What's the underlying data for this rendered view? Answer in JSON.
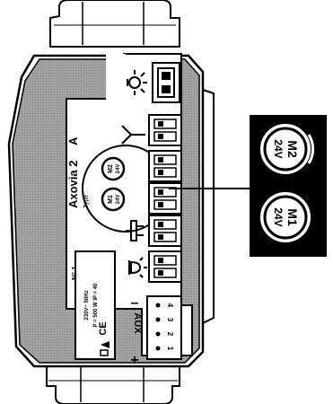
{
  "device": {
    "model_label": "Axovia 2",
    "model_suffix": "A",
    "type_label": "Type :",
    "ref_label": "N° 1",
    "ref_code": "xxx",
    "rating_lines": [
      "230V~  50Hz",
      "P = 500 W   IP = 40"
    ],
    "aux_label": "AUX",
    "minus_label": "–",
    "plus_label": "+",
    "aux_terminals": [
      "4",
      "3",
      "2",
      "1"
    ]
  },
  "motors": [
    {
      "id": "M2",
      "voltage": "24V"
    },
    {
      "id": "M1",
      "voltage": "24V"
    }
  ],
  "icons": {
    "light": "lamp-icon",
    "connector": "two-pin-connector-icon",
    "antenna": "antenna-icon",
    "photocell": "photocell-icon",
    "flash": "flashing-light-icon",
    "ce": "ce-mark-icon",
    "warning": "warning-triangle-icon"
  },
  "colors": {
    "housing_gray": "#9b9b9b",
    "ink": "#000000",
    "paper": "#ffffff"
  }
}
